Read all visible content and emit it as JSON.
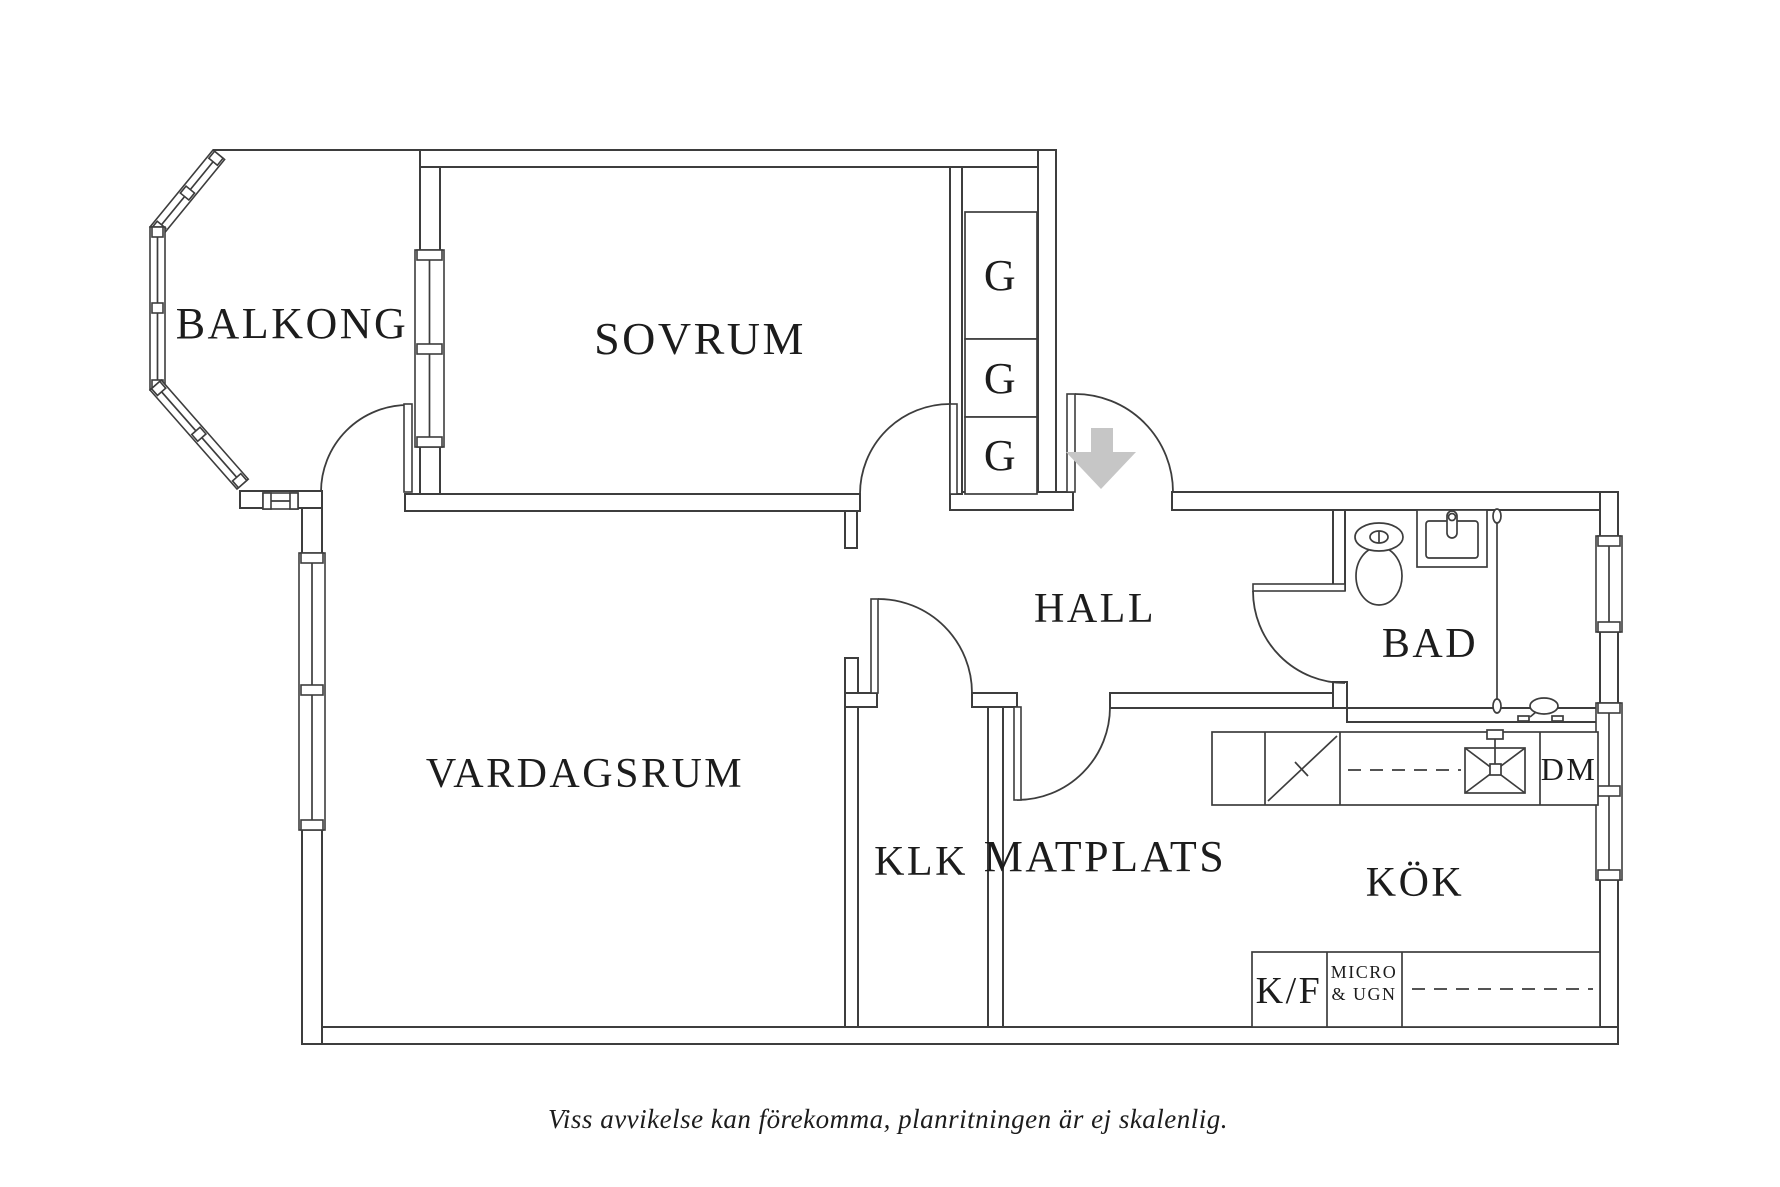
{
  "rooms": {
    "balkong": "BALKONG",
    "sovrum": "SOVRUM",
    "vardagsrum": "VARDAGSRUM",
    "hall": "HALL",
    "bad": "BAD",
    "klk": "KLK",
    "matplats": "MATPLATS",
    "kok": "KÖK"
  },
  "wardrobes": [
    "G",
    "G",
    "G"
  ],
  "appliances": {
    "dishwasher": "DM",
    "fridge_freezer": "K/F",
    "micro_oven_line1": "MICRO",
    "micro_oven_line2": "& UGN"
  },
  "disclaimer": "Viss avvikelse kan förekomma, planritningen är ej skalenlig.",
  "colors": {
    "wall_line": "#3d3d3d",
    "text": "#1c1c1c",
    "entry_arrow": "#c6c6c6",
    "background": "#ffffff"
  }
}
